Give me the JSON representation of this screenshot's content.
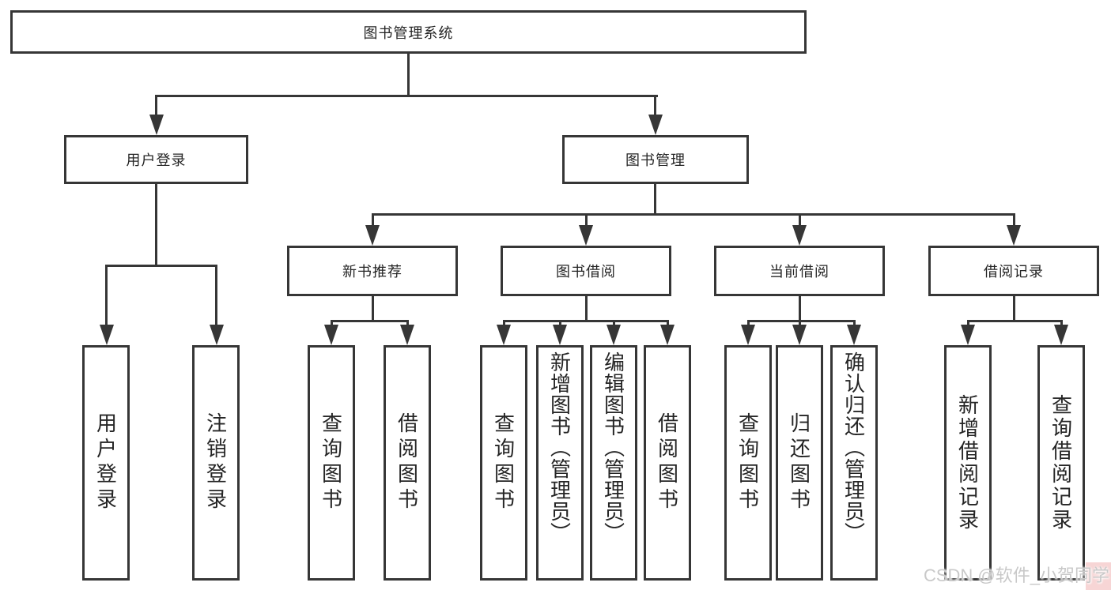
{
  "diagram": {
    "title": "图书管理系统",
    "root": {
      "label": "图书管理系统"
    },
    "level2": [
      {
        "label": "用户登录"
      },
      {
        "label": "图书管理"
      }
    ],
    "level3": [
      {
        "label": "新书推荐",
        "parent": "图书管理"
      },
      {
        "label": "图书借阅",
        "parent": "图书管理"
      },
      {
        "label": "当前借阅",
        "parent": "图书管理"
      },
      {
        "label": "借阅记录",
        "parent": "图书管理"
      }
    ],
    "leaves": [
      {
        "label": "用户登录",
        "parent": "用户登录"
      },
      {
        "label": "注销登录",
        "parent": "用户登录"
      },
      {
        "label": "查询图书",
        "parent": "新书推荐"
      },
      {
        "label": "借阅图书",
        "parent": "新书推荐"
      },
      {
        "label": "查询图书",
        "parent": "图书借阅"
      },
      {
        "label": "新增图书（管理员）",
        "parent": "图书借阅"
      },
      {
        "label": "编辑图书（管理员）",
        "parent": "图书借阅"
      },
      {
        "label": "借阅图书",
        "parent": "图书借阅"
      },
      {
        "label": "查询图书",
        "parent": "当前借阅"
      },
      {
        "label": "归还图书",
        "parent": "当前借阅"
      },
      {
        "label": "确认归还（管理员）",
        "parent": "当前借阅"
      },
      {
        "label": "新增借阅记录",
        "parent": "借阅记录"
      },
      {
        "label": "查询借阅记录",
        "parent": "借阅记录"
      }
    ]
  },
  "watermark": {
    "text": "CSDN @软件_小贺同学",
    "text_color": "#c9c9c9",
    "highlight_color": "#f7d5d5"
  },
  "colors": {
    "background": "#ffffff",
    "line": "#363636",
    "box_border": "#363636"
  }
}
